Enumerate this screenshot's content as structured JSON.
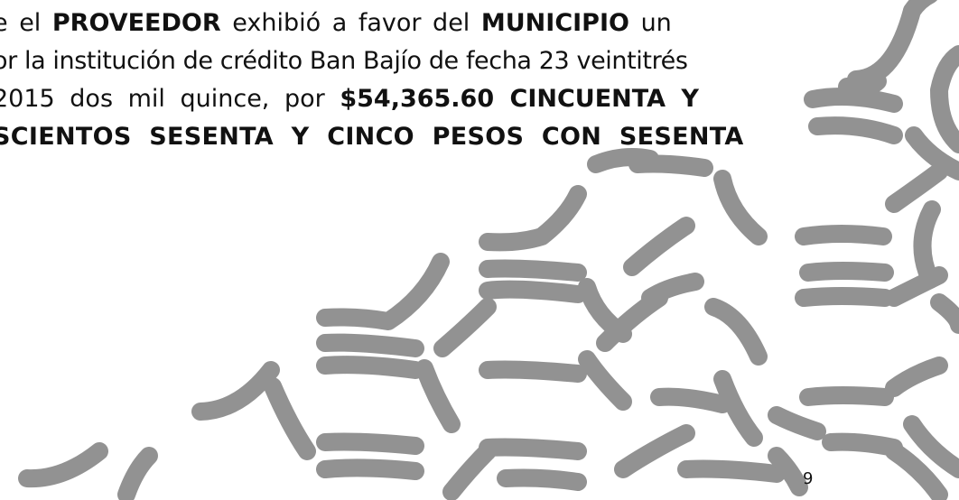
{
  "document": {
    "lines": [
      {
        "segments": [
          {
            "text": "e el ",
            "bold": false
          },
          {
            "text": "PROVEEDOR",
            "bold": true
          },
          {
            "text": " exhibió a favor del ",
            "bold": false
          },
          {
            "text": "MUNICIPIO",
            "bold": true
          },
          {
            "text": " un",
            "bold": false
          }
        ]
      },
      {
        "segments": [
          {
            "text": "or la institución de crédito Ban Bajío de fecha 23 veintitrés",
            "bold": false
          }
        ]
      },
      {
        "segments": [
          {
            "text": "2015 dos mil quince, por ",
            "bold": false
          },
          {
            "text": "$54,365.60 CINCUENTA Y",
            "bold": true
          }
        ]
      },
      {
        "segments": [
          {
            "text": "SCIENTOS SESENTA Y CINCO PESOS CON SESENTA",
            "bold": true
          }
        ]
      }
    ],
    "page_number": "9"
  },
  "colors": {
    "text": "#111111",
    "watermark": "#929292",
    "background": "#ffffff"
  }
}
